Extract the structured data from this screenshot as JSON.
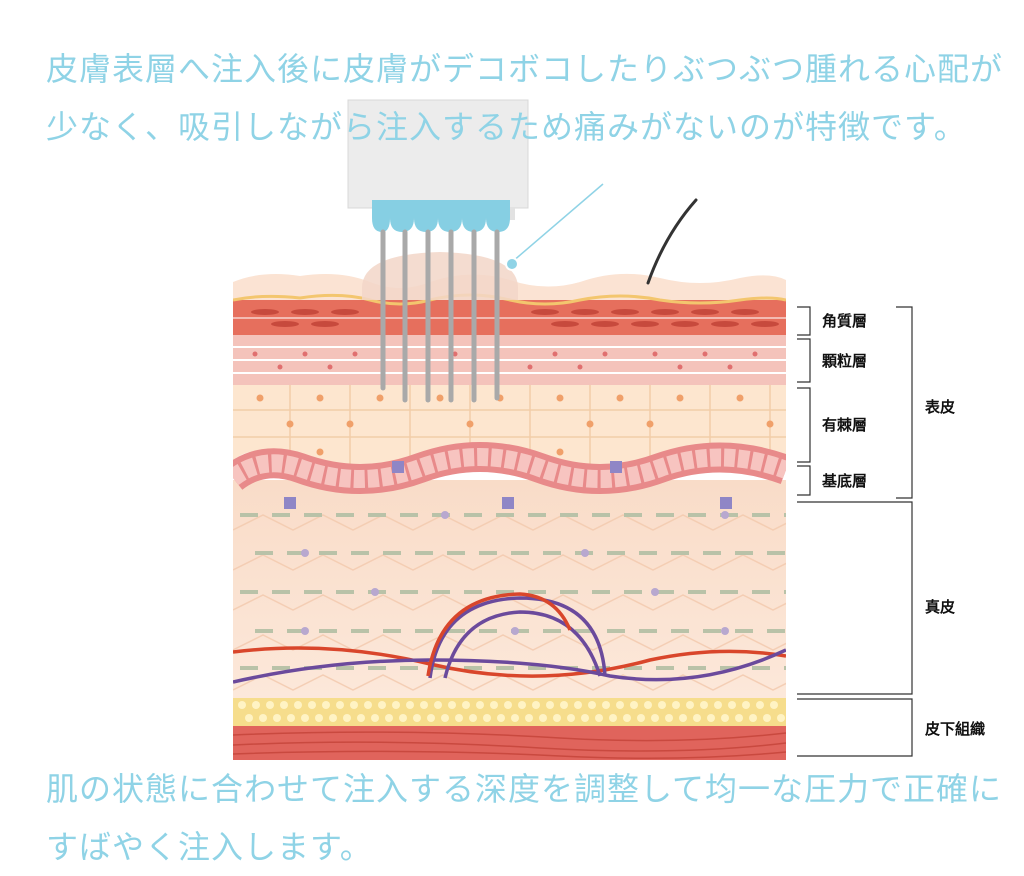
{
  "top_caption": {
    "line1": "皮膚表層へ注入後に皮膚がデコボコしたりぶつぶつ腫れる心配が",
    "line2": "少なく、吸引しながら注入するため痛みがないのが特徴です。"
  },
  "bottom_caption": {
    "line1": "肌の状態に合わせて注入する深度を調整して均一な圧力で正確に",
    "line2": "すばやく注入します。"
  },
  "layers": {
    "stratum_corneum": "角質層",
    "granular": "顆粒層",
    "spinous": "有棘層",
    "basal": "基底層",
    "epidermis": "表皮",
    "dermis": "真皮",
    "subcutaneous": "皮下組織"
  },
  "colors": {
    "caption": "#8fd3e6",
    "needle_head": "#86cfe3",
    "needle": "#a9a9a9",
    "artery": "#d9462b",
    "vein": "#6b4a9c",
    "fat": "#f6dd8c"
  }
}
